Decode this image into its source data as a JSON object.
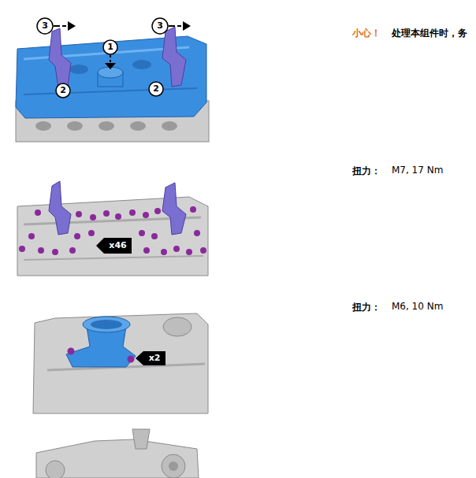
{
  "diagram": {
    "labels": [
      "3",
      "3",
      "1",
      "2",
      "2",
      "小心！",
      "处理本组件时，务",
      "x46",
      "扭力：",
      "M7, 17 Nm",
      "x2",
      "扭力：",
      "M6, 10 Nm"
    ]
  }
}
